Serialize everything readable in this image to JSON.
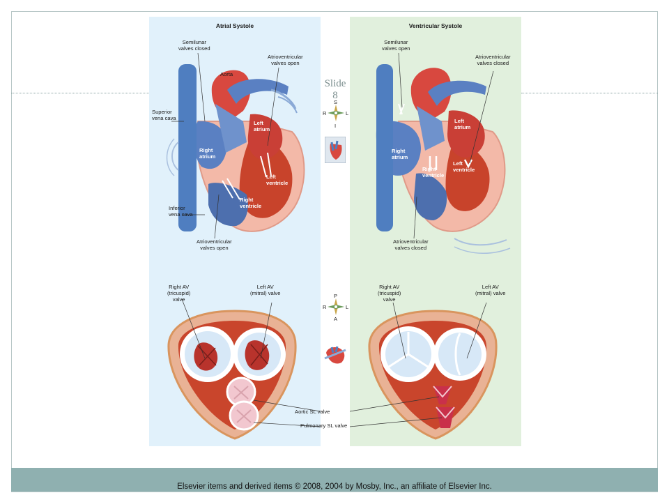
{
  "panels": {
    "left": {
      "title": "Atrial Systole",
      "labels": {
        "semilunar": "Semilunar\nvalves closed",
        "aorta": "Aorta",
        "av_open_top": "Atrioventricular\nvalves open",
        "svc": "Superior\nvena cava",
        "left_atrium": "Left\natrium",
        "right_atrium": "Right\natrium",
        "left_ventricle": "Left\nventricle",
        "right_ventricle": "Right\nventricle",
        "ivc": "Inferior\nvena cava",
        "av_open_bottom": "Atrioventricular\nvalves open",
        "right_av": "Right AV\n(tricuspid)\nvalve",
        "left_av": "Left AV\n(mitral) valve"
      }
    },
    "right": {
      "title": "Ventricular Systole",
      "labels": {
        "semilunar": "Semilunar\nvalves open",
        "av_closed_top": "Atrioventricular\nvalves closed",
        "left_atrium": "Left\natrium",
        "right_atrium": "Right\natrium",
        "right_ventricle": "Right\nventricle",
        "left_ventricle": "Left\nventricle",
        "av_closed_bottom": "Atrioventricular\nvalves closed",
        "right_av": "Right AV\n(tricuspid)\nvalve",
        "left_av": "Left AV\n(mitral) valve"
      }
    }
  },
  "middle": {
    "slide_label": "Slide\n8",
    "compass_top": {
      "s": "S",
      "i": "I",
      "r": "R",
      "l": "L"
    },
    "compass_bottom": {
      "p": "P",
      "a": "A",
      "r": "R",
      "l": "L"
    },
    "aortic_sl": "Aortic SL valve",
    "pulmonary_sl": "Pulmonary SL valve"
  },
  "footer": {
    "text": "Elsevier items and derived items © 2008, 2004 by Mosby, Inc., an affiliate of Elsevier Inc."
  },
  "colors": {
    "left_panel_bg": "#e1f1fb",
    "right_panel_bg": "#e1f0dd",
    "footer_bar": "#8fb0b0",
    "vessel_blue": "#4f7ec0",
    "artery_red": "#d8483f",
    "myocardium_pink": "#f3b9a8"
  }
}
